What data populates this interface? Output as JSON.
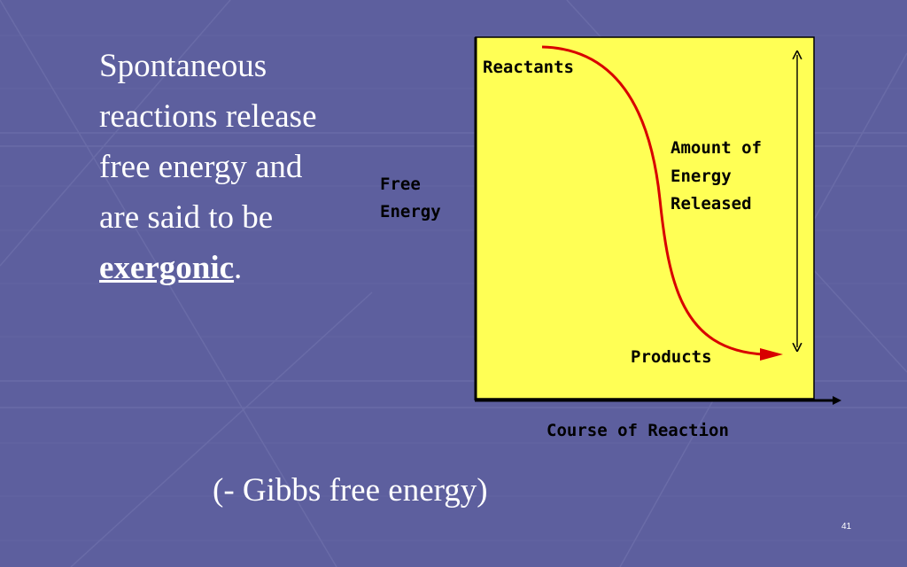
{
  "slide": {
    "body_lines": [
      "Spontaneous",
      "reactions release",
      "free energy and",
      "are said to be"
    ],
    "keyword": "exergonic",
    "keyword_trailing": ".",
    "caption": "(- Gibbs free energy)",
    "page_number": "41"
  },
  "diagram": {
    "y_axis_label_lines": [
      "Free",
      "Energy"
    ],
    "x_axis_label": "Course of Reaction",
    "reactants_label": "Reactants",
    "products_label": "Products",
    "energy_label_lines": [
      "Amount of",
      "Energy",
      "Released"
    ]
  },
  "colors": {
    "background": "#5d5f9e",
    "plot_fill": "#ffff55",
    "curve": "#e00000"
  }
}
